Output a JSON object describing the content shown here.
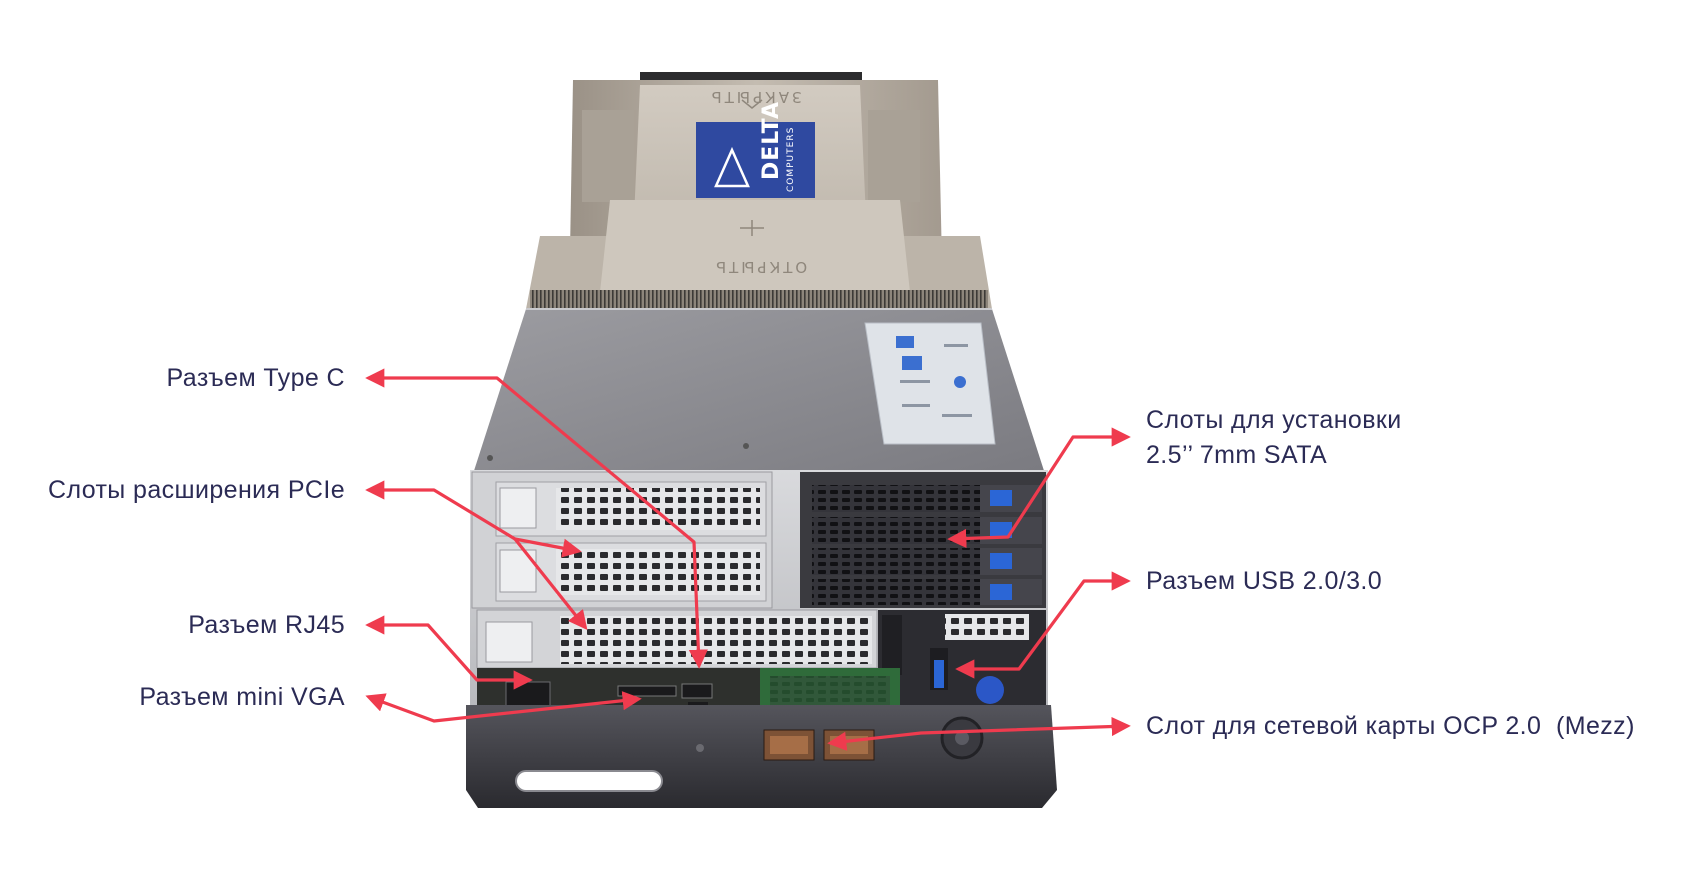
{
  "labels": {
    "type_c": "Разъем Type C",
    "pcie": "Слоты расширения PCIe",
    "rj45": "Разъем RJ45",
    "mini_vga": "Разъем mini VGA",
    "sata_line1": "Слоты для установки",
    "sata_line2": "2.5’’ 7mm SATA",
    "usb": "Разъем USB 2.0/3.0",
    "ocp": "Слот для сетевой карты OCP 2.0  (Mezz)"
  },
  "device": {
    "engraving_top": "ЗАКРЫТЬ",
    "engraving_bottom": "ОТКРЫТЬ",
    "logo_line1": "DELTA",
    "logo_line2": "COMPUTERS"
  },
  "colors": {
    "label_text": "#2b2b55",
    "arrow": "#ef3b4e",
    "logo_background": "#2f49a0",
    "drive_latch": "#2b66d6"
  }
}
